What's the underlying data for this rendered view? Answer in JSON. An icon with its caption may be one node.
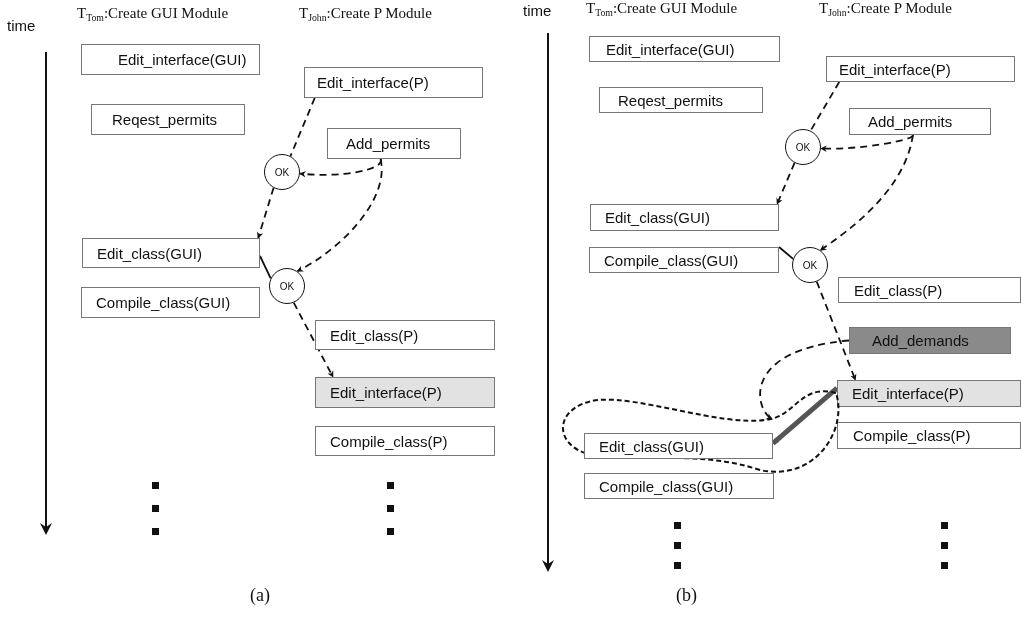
{
  "diagram": {
    "nodes": [
      {
        "text": [
          "Edit_interface(GUI)"
        ]
      },
      {
        "text": [
          "Reqest_permits"
        ]
      },
      {
        "text": [
          "Edit_interface(P)"
        ]
      },
      {
        "text": [
          "Add_permits"
        ]
      },
      {
        "text": [
          "OK"
        ]
      },
      {
        "text": [
          "Edit_class(GUI)"
        ]
      },
      {
        "text": [
          "OK"
        ]
      },
      {
        "text": [
          "Compile_class(GUI)"
        ]
      },
      {
        "text": [
          "Edit_class(P)"
        ]
      },
      {
        "text": [
          "Edit_interface(P)"
        ]
      },
      {
        "text": [
          "Compile_class(P)"
        ]
      },
      {
        "text": [
          "Edit_interface(GUI)"
        ]
      },
      {
        "text": [
          "Reqest_permits"
        ]
      },
      {
        "text": [
          "Edit_interface(P)"
        ]
      },
      {
        "text": [
          "Add_permits"
        ]
      },
      {
        "text": [
          "OK"
        ]
      },
      {
        "text": [
          "Edit_class(GUI)"
        ]
      },
      {
        "text": [
          "Compile_class(GUI)"
        ]
      },
      {
        "text": [
          "OK"
        ]
      },
      {
        "text": [
          "Edit_class(P)"
        ]
      },
      {
        "text": [
          "Add_demands"
        ]
      },
      {
        "text": [
          "Edit_interface(P)"
        ]
      },
      {
        "text": [
          "Compile_class(P)"
        ]
      },
      {
        "text": [],
        "shape": "loop"
      },
      {
        "text": [
          "Edit_class(GUI)"
        ],
        "in": 23
      },
      {
        "text": [
          "Compile_class(GUI)"
        ]
      }
    ],
    "edges": [
      {
        "from": 2,
        "to": 4,
        "arrow": "none",
        "style": "dashed"
      },
      {
        "from": 4,
        "to": 5,
        "arrow": "to",
        "style": "dashed"
      },
      {
        "from": 3,
        "to": 4,
        "arrow": "to",
        "style": "dashed"
      },
      {
        "from": 3,
        "to": 6,
        "arrow": "to",
        "style": "dashed"
      },
      {
        "from": 5,
        "to": 6,
        "arrow": "none"
      },
      {
        "from": 6,
        "to": 9,
        "arrow": "to",
        "style": "dashed"
      },
      {
        "from": 13,
        "to": 15,
        "arrow": "none",
        "style": "dashed"
      },
      {
        "from": 15,
        "to": 16,
        "arrow": "to",
        "style": "dashed"
      },
      {
        "from": 14,
        "to": 15,
        "arrow": "to",
        "style": "dashed"
      },
      {
        "from": 14,
        "to": 18,
        "arrow": "to",
        "style": "dashed"
      },
      {
        "from": 17,
        "to": 18,
        "arrow": "none"
      },
      {
        "from": 18,
        "to": 21,
        "arrow": "to",
        "style": "dashed"
      },
      {
        "from": 20,
        "to": 23,
        "arrow": "to",
        "style": "dashed"
      },
      {
        "from": 21,
        "to": 24,
        "arrow": "to",
        "style": "thick",
        "color": "#555555"
      }
    ],
    "labels": [
      "time",
      "T$_{Tom}$:Create GUI Module",
      "T$_{John}$:Create P Module",
      "time",
      "T$_{Tom}$:Create GUI Module",
      "T$_{John}$:Create P Module",
      "(a)",
      "(b)"
    ]
  }
}
